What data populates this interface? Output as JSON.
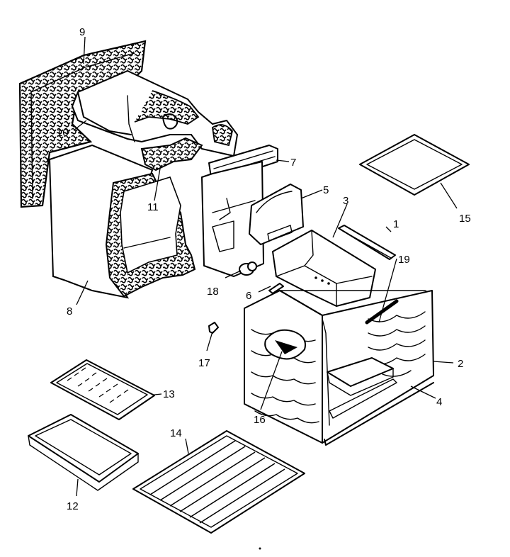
{
  "diagram": {
    "callouts": [
      {
        "id": "part-1",
        "label": "1"
      },
      {
        "id": "part-2",
        "label": "2"
      },
      {
        "id": "part-3",
        "label": "3"
      },
      {
        "id": "part-4",
        "label": "4"
      },
      {
        "id": "part-5",
        "label": "5"
      },
      {
        "id": "part-6",
        "label": "6"
      },
      {
        "id": "part-7",
        "label": "7"
      },
      {
        "id": "part-8",
        "label": "8"
      },
      {
        "id": "part-9",
        "label": "9"
      },
      {
        "id": "part-10",
        "label": "10"
      },
      {
        "id": "part-11",
        "label": "11"
      },
      {
        "id": "part-12",
        "label": "12"
      },
      {
        "id": "part-13",
        "label": "13"
      },
      {
        "id": "part-14",
        "label": "14"
      },
      {
        "id": "part-15",
        "label": "15"
      },
      {
        "id": "part-16",
        "label": "16"
      },
      {
        "id": "part-17",
        "label": "17"
      },
      {
        "id": "part-18",
        "label": "18"
      },
      {
        "id": "part-19",
        "label": "19"
      }
    ]
  }
}
